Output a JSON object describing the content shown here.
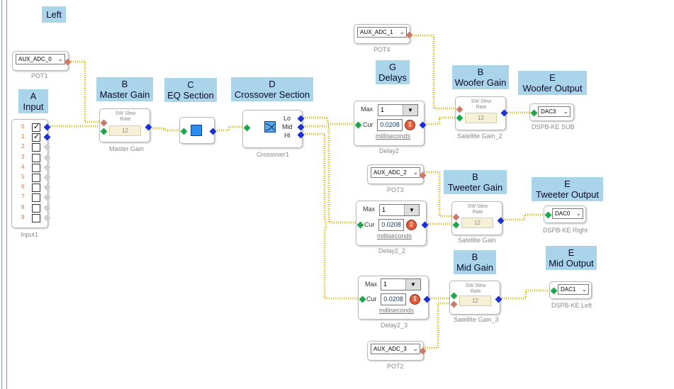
{
  "labels": {
    "left": "Left",
    "a": [
      "A",
      "Input"
    ],
    "b_master": [
      "B",
      "Master Gain"
    ],
    "c": [
      "C",
      "EQ Section"
    ],
    "d": [
      "D",
      "Crossover Section"
    ],
    "g": [
      "G",
      "Delays"
    ],
    "b_woofer": [
      "B",
      "Woofer Gain"
    ],
    "e_woofer": [
      "E",
      "Woofer Output"
    ],
    "b_tweeter": [
      "B",
      "Tweeter Gain"
    ],
    "e_tweeter": [
      "E",
      "Tweeter Output"
    ],
    "b_mid": [
      "B",
      "Mid Gain"
    ],
    "e_mid": [
      "E",
      "Mid Output"
    ]
  },
  "pots": {
    "pot1": {
      "value": "AUX_ADC_0",
      "caption": "POT1"
    },
    "pot4": {
      "value": "AUX_ADC_1",
      "caption": "POT4"
    },
    "pot3": {
      "value": "AUX_ADC_2",
      "caption": "POT3"
    },
    "pot2": {
      "value": "AUX_ADC_3",
      "caption": "POT2"
    }
  },
  "input": {
    "caption": "Input1",
    "channels": [
      "0",
      "1",
      "2",
      "3",
      "4",
      "5",
      "6",
      "7",
      "8",
      "9"
    ],
    "checked": [
      true,
      true,
      false,
      false,
      false,
      false,
      false,
      false,
      false,
      false
    ]
  },
  "slew": {
    "title_line1": "SW Slew",
    "title_line2": "Rate",
    "master": {
      "value": "12",
      "caption": "Master Gain"
    },
    "woofer": {
      "value": "12",
      "caption": "Satellite Gain_2"
    },
    "tweeter": {
      "value": "12",
      "caption": "Satellite Gain"
    },
    "mid": {
      "value": "12",
      "caption": "Satellite Gain_3"
    }
  },
  "crossover": {
    "caption": "Crossover1",
    "ports": [
      "Lo",
      "Mid",
      "Hi"
    ]
  },
  "delays": {
    "max_label": "Max",
    "cur_label": "Cur",
    "unit": "milliseconds",
    "d1": {
      "max": "1",
      "cur": "0.0208",
      "caption": "Delay2"
    },
    "d2": {
      "max": "1",
      "cur": "0.0208",
      "caption": "Delay2_2"
    },
    "d3": {
      "max": "1",
      "cur": "0.0208",
      "caption": "Delay2_3"
    }
  },
  "outputs": {
    "woofer": {
      "value": "DAC3",
      "caption": "DSPB-KE SUB"
    },
    "tweeter": {
      "value": "DAC0",
      "caption": "DSPB-KE Right"
    },
    "mid": {
      "value": "DAC1",
      "caption": "DSPB-KE Left"
    }
  },
  "colors": {
    "wire": "#e0b400",
    "label_bg": "#a9d4e9",
    "pin_out": "#1b2fd6",
    "pin_in": "#1ea64a",
    "pin_ctrl": "#c97a6a"
  }
}
